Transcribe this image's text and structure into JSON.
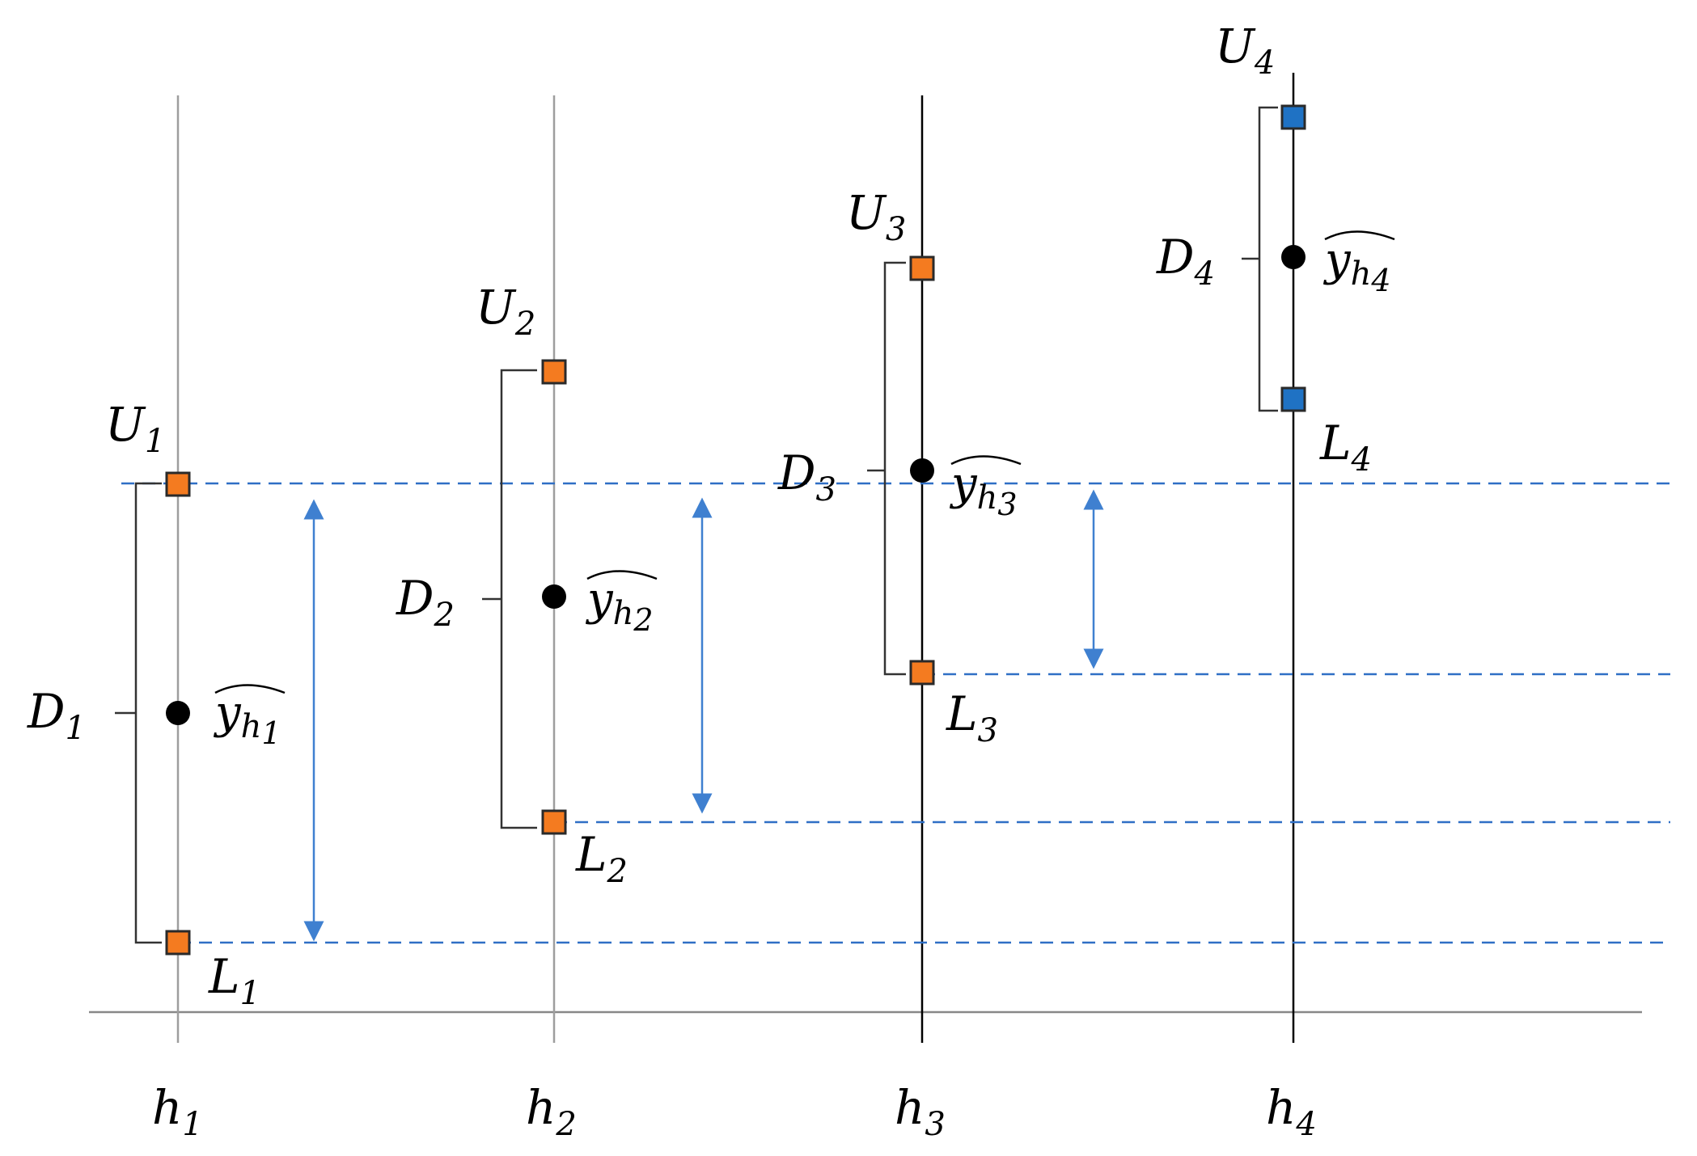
{
  "colors": {
    "background": "#ffffff",
    "axis": "#888888",
    "stem_light": "#9e9e9e",
    "stem_dark": "#000000",
    "bracket": "#333333",
    "dashed": "#2f6fc5",
    "arrow": "#3f80d0",
    "orange_marker": "#f47b20",
    "blue_marker": "#1f72c4",
    "marker_border": "#2a2a2a",
    "point": "#000000"
  },
  "icons": {
    "square_marker": "square-marker-icon",
    "point_marker": "dot-marker-icon",
    "double_arrow": "double-arrow-icon"
  },
  "horizons": [
    {
      "label": "h",
      "sub": "1",
      "upper": {
        "label": "U",
        "sub": "1",
        "marker": "orange"
      },
      "lower": {
        "label": "L",
        "sub": "1",
        "marker": "orange"
      },
      "width": {
        "label": "D",
        "sub": "1"
      },
      "point": {
        "label": "y",
        "sub": "h",
        "subsub": "1"
      }
    },
    {
      "label": "h",
      "sub": "2",
      "upper": {
        "label": "U",
        "sub": "2",
        "marker": "orange"
      },
      "lower": {
        "label": "L",
        "sub": "2",
        "marker": "orange"
      },
      "width": {
        "label": "D",
        "sub": "2"
      },
      "point": {
        "label": "y",
        "sub": "h",
        "subsub": "2"
      }
    },
    {
      "label": "h",
      "sub": "3",
      "upper": {
        "label": "U",
        "sub": "3",
        "marker": "orange"
      },
      "lower": {
        "label": "L",
        "sub": "3",
        "marker": "orange"
      },
      "width": {
        "label": "D",
        "sub": "3"
      },
      "point": {
        "label": "y",
        "sub": "h",
        "subsub": "3"
      }
    },
    {
      "label": "h",
      "sub": "4",
      "upper": {
        "label": "U",
        "sub": "4",
        "marker": "blue"
      },
      "lower": {
        "label": "L",
        "sub": "4",
        "marker": "blue"
      },
      "width": {
        "label": "D",
        "sub": "4"
      },
      "point": {
        "label": "y",
        "sub": "h",
        "subsub": "4"
      }
    }
  ]
}
